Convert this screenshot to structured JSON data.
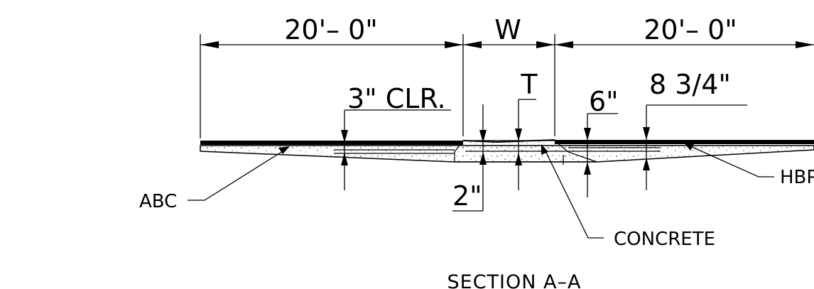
{
  "dimensions": {
    "left_span": "20'– 0\"",
    "joint_width": "W",
    "right_span": "20'– 0\"",
    "thickness": "T",
    "clearance": "3\" CLR.",
    "bottom_offset": "2\"",
    "right_small": "6\"",
    "right_depth": "8 3/4\""
  },
  "labels": {
    "abc": "ABC",
    "concrete": "CONCRETE",
    "hbp": "HBP"
  },
  "title": "SECTION A–A"
}
